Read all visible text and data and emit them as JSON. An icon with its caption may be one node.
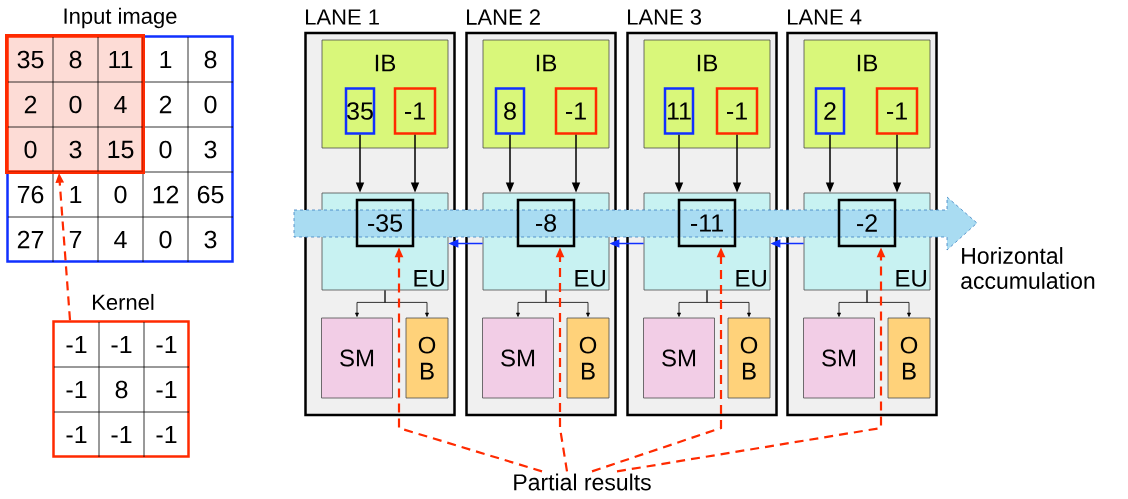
{
  "diagram": {
    "nodes": [
      {
        "text": [
          "Input image"
        ]
      },
      {
        "text": [],
        "shape": "box",
        "in": 0
      },
      {
        "text": [
          "Kernel"
        ]
      },
      {
        "text": [
          "LANE 1"
        ]
      },
      {
        "text": [
          "IB"
        ],
        "in": 3
      },
      {
        "text": [
          "35"
        ],
        "in": 4
      },
      {
        "text": [
          "-1"
        ],
        "in": 4
      },
      {
        "text": [
          "EU"
        ],
        "in": 3
      },
      {
        "text": [
          "-35"
        ],
        "in": 7
      },
      {
        "text": [
          "SM"
        ],
        "in": 3
      },
      {
        "text": [
          "O B"
        ],
        "in": 3
      },
      {
        "text": [
          "LANE 2"
        ]
      },
      {
        "text": [
          "IB"
        ],
        "in": 11
      },
      {
        "text": [
          "8"
        ],
        "in": 12
      },
      {
        "text": [
          "-1"
        ],
        "in": 12
      },
      {
        "text": [
          "EU"
        ],
        "in": 11
      },
      {
        "text": [
          "-8"
        ],
        "in": 15
      },
      {
        "text": [
          "SM"
        ],
        "in": 11
      },
      {
        "text": [
          "O B"
        ],
        "in": 11
      },
      {
        "text": [
          "LANE 3"
        ]
      },
      {
        "text": [
          "IB"
        ],
        "in": 19
      },
      {
        "text": [
          "11"
        ],
        "in": 20
      },
      {
        "text": [
          "-1"
        ],
        "in": 20
      },
      {
        "text": [
          "EU"
        ],
        "in": 19
      },
      {
        "text": [
          "-11"
        ],
        "in": 23
      },
      {
        "text": [
          "SM"
        ],
        "in": 19
      },
      {
        "text": [
          "O B"
        ],
        "in": 19
      },
      {
        "text": [
          "LANE 4"
        ]
      },
      {
        "text": [
          "IB"
        ],
        "in": 27
      },
      {
        "text": [
          "2"
        ],
        "in": 28
      },
      {
        "text": [
          "-1"
        ],
        "in": 28
      },
      {
        "text": [
          "EU"
        ],
        "in": 27
      },
      {
        "text": [
          "-2"
        ],
        "in": 31
      },
      {
        "text": [
          "SM"
        ],
        "in": 27
      },
      {
        "text": [
          "O B"
        ],
        "in": 27
      },
      {
        "text": [
          "Partial results"
        ]
      }
    ],
    "edges": [
      {
        "from": 2,
        "to": 1,
        "arrow": "to",
        "style": "dashed",
        "color": "#ff2a00"
      },
      {
        "from": 5,
        "to": 7,
        "arrow": "to"
      },
      {
        "from": 6,
        "to": 7,
        "arrow": "to"
      },
      {
        "from": 7,
        "to": 9,
        "arrow": "to"
      },
      {
        "from": 7,
        "to": 10,
        "arrow": "to"
      },
      {
        "from": 13,
        "to": 15,
        "arrow": "to"
      },
      {
        "from": 14,
        "to": 15,
        "arrow": "to"
      },
      {
        "from": 15,
        "to": 17,
        "arrow": "to"
      },
      {
        "from": 15,
        "to": 18,
        "arrow": "to"
      },
      {
        "from": 21,
        "to": 23,
        "arrow": "to"
      },
      {
        "from": 22,
        "to": 23,
        "arrow": "to"
      },
      {
        "from": 23,
        "to": 25,
        "arrow": "to"
      },
      {
        "from": 23,
        "to": 26,
        "arrow": "to"
      },
      {
        "from": 29,
        "to": 31,
        "arrow": "to"
      },
      {
        "from": 30,
        "to": 31,
        "arrow": "to"
      },
      {
        "from": 31,
        "to": 33,
        "arrow": "to"
      },
      {
        "from": 31,
        "to": 34,
        "arrow": "to"
      },
      {
        "from": 15,
        "to": 7,
        "arrow": "to",
        "color": "#1030ff"
      },
      {
        "from": 23,
        "to": 15,
        "arrow": "to",
        "color": "#1030ff"
      },
      {
        "from": 31,
        "to": 23,
        "arrow": "to",
        "color": "#1030ff"
      },
      {
        "from": 35,
        "to": 8,
        "arrow": "to",
        "style": "dashed",
        "color": "#ff2a00"
      },
      {
        "from": 35,
        "to": 16,
        "arrow": "to",
        "style": "dashed",
        "color": "#ff2a00"
      },
      {
        "from": 35,
        "to": 24,
        "arrow": "to",
        "style": "dashed",
        "color": "#ff2a00"
      },
      {
        "from": 35,
        "to": 32,
        "arrow": "to",
        "style": "dashed",
        "color": "#ff2a00"
      }
    ],
    "labels": [
      "35",
      "8",
      "11",
      "1",
      "8",
      "2",
      "0",
      "4",
      "2",
      "0",
      "0",
      "3",
      "15",
      "0",
      "3",
      "76",
      "1",
      "0",
      "12",
      "65",
      "27",
      "7",
      "4",
      "0",
      "3",
      "-1",
      "-1",
      "-1",
      "-1",
      "8",
      "-1",
      "-1",
      "-1",
      "-1",
      "Horizontal accumulation"
    ]
  }
}
